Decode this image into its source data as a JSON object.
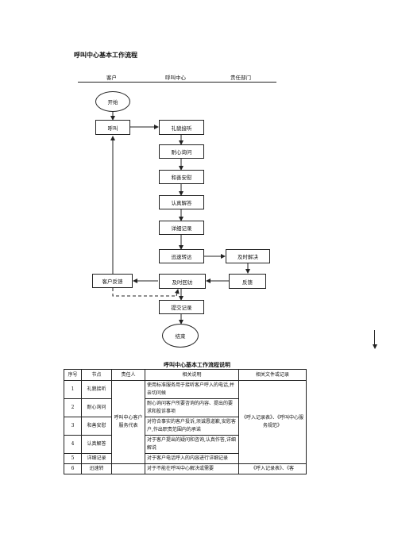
{
  "flow_title": "呼叫中心基本工作流程",
  "lanes": {
    "customer": "客户",
    "callcenter": "呼叫中心",
    "dept": "责任部门"
  },
  "nodes": {
    "start": "开始",
    "call": "呼叫",
    "greet": "礼貌接听",
    "ask": "耐心询问",
    "comfort": "和善安慰",
    "answer": "认真解答",
    "record": "详细记录",
    "transfer": "迅速转达",
    "resolve": "及时解决",
    "feedback": "反馈",
    "revisit": "及时回访",
    "customer_feedback": "客户反馈",
    "submit": "提交记录",
    "end": "结束"
  },
  "table_title": "呼叫中心基本工作流程说明",
  "table": {
    "headers": [
      "序号",
      "节点",
      "责任人",
      "相关说明",
      "相关文件或记录"
    ],
    "responsible": "呼叫中心客户服务代表",
    "related_files_1": "《呼入记录表》、《呼叫中心服务规范》",
    "rows": [
      {
        "no": "1",
        "node": "礼貌接听",
        "desc": "使用标准服务用于接听客户呼入的电话,并亲切问候"
      },
      {
        "no": "2",
        "node": "耐心询问",
        "desc": "耐心询问客户所要咨询的内容、提出的要求和投诉事项"
      },
      {
        "no": "3",
        "node": "和善安慰",
        "desc": "对符合事实的客户投诉,须诚恳道歉,安慰客户,作出职责范围内的承诺"
      },
      {
        "no": "4",
        "node": "认真解答",
        "desc": "对于客户提出的疑问和咨询,认真作答,详细解说"
      },
      {
        "no": "5",
        "node": "详细记录",
        "desc": "对于客户电话呼入的内容进行详细记录"
      },
      {
        "no": "6",
        "node": "迅速转",
        "desc": "对于不能在呼叫中心解决或需要",
        "file": "《呼入记录表》、《客"
      }
    ]
  }
}
